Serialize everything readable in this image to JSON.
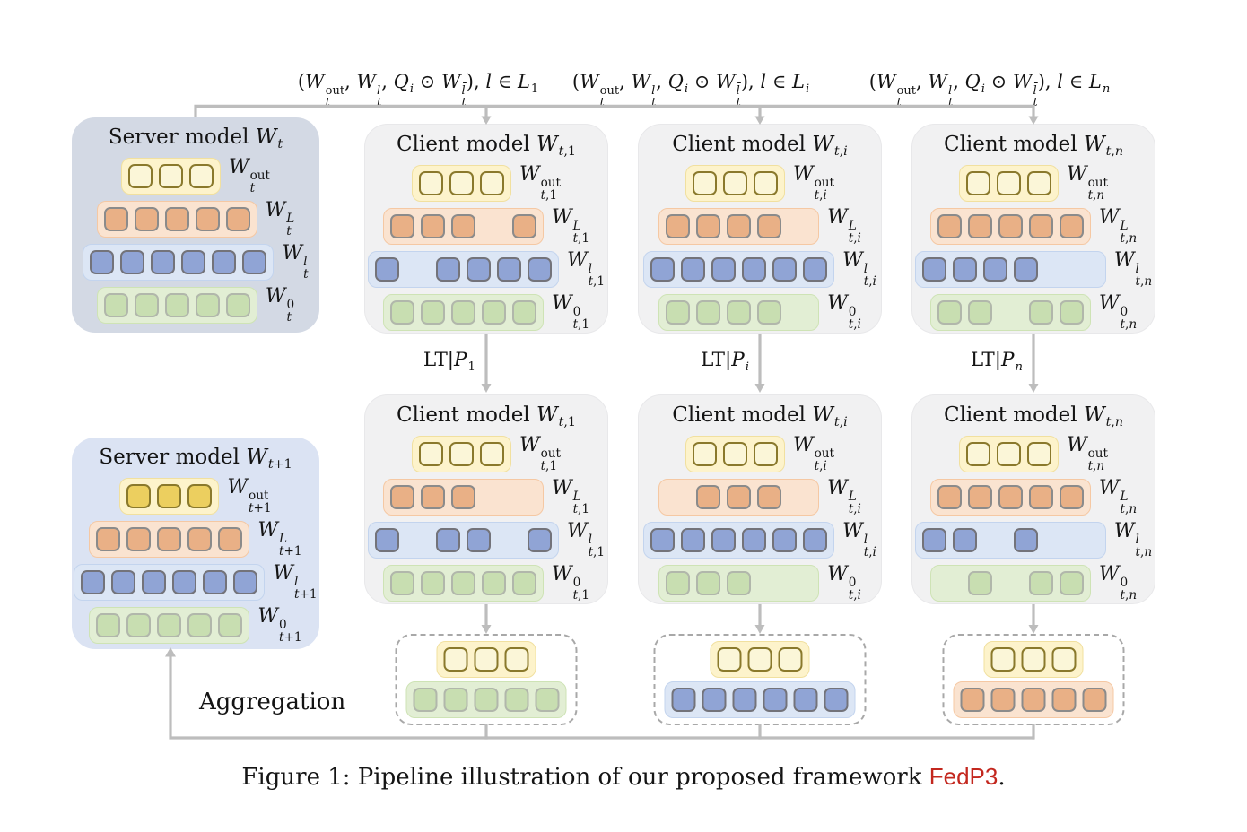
{
  "figure": {
    "caption_prefix": "Figure 1: Pipeline illustration of our proposed framework ",
    "caption_highlight": "FedP3",
    "caption_suffix": "."
  },
  "aggregation_label": "Aggregation",
  "formulas": [
    {
      "id": "broadcast-1",
      "math": "(W^{out}_{t}, W^{l}_{t}, Q_{i} ⊙ W^{l̄}_{t}), l ∈ L_{1}"
    },
    {
      "id": "broadcast-i",
      "math": "(W^{out}_{t}, W^{l}_{t}, Q_{i} ⊙ W^{l̄}_{t}), l ∈ L_{i}"
    },
    {
      "id": "broadcast-n",
      "math": "(W^{out}_{t}, W^{l}_{t}, Q_{i} ⊙ W^{l̄}_{t}), l ∈ L_{n}"
    }
  ],
  "lt_labels": [
    {
      "id": "lt-1",
      "math": "LT|P_{1}"
    },
    {
      "id": "lt-i",
      "math": "LT|P_{i}"
    },
    {
      "id": "lt-n",
      "math": "LT|P_{n}"
    }
  ],
  "palette": {
    "yellow": {
      "container_bg": "#fdf3cb",
      "container_bd": "#f1e09f",
      "square_bg": "#fbf6d8",
      "square_bd": "#8a792c"
    },
    "gold": {
      "square_bg": "#eccf5f",
      "square_bd": "#8a792c"
    },
    "orange": {
      "container_bg": "#fae3d0",
      "container_bd": "#f5c8a3",
      "square_bg": "#e9b086",
      "square_bd": "#8b8b8b"
    },
    "blue": {
      "container_bg": "#dce6f5",
      "container_bd": "#c3d4ee",
      "square_bg": "#90a4d5",
      "square_bd": "#73737a"
    },
    "green": {
      "container_bg": "#e2eed4",
      "container_bd": "#cee3b5",
      "square_bg": "#c8deb1",
      "square_bd": "#b1b7ab"
    },
    "server_t_bg": "#d3d9e4",
    "server_t1_bg": "#dbe3f3",
    "client_bg": "#f1f1f2",
    "client_bd": "#e8e8ea",
    "arrow": "#bdbdbd",
    "dash": "#a8a8a8",
    "caption_red": "#c3271e"
  },
  "models": [
    {
      "id": "server_t",
      "title": "Server model W_{t}",
      "rows": [
        {
          "color": "yellow",
          "slots": [
            1,
            1,
            1
          ],
          "label": "W^{out}_{t}"
        },
        {
          "color": "orange",
          "slots": [
            1,
            1,
            1,
            1,
            1
          ],
          "label": "W^{L}_{t}"
        },
        {
          "color": "blue",
          "slots": [
            1,
            1,
            1,
            1,
            1,
            1
          ],
          "label": "W^{l}_{t}"
        },
        {
          "color": "green",
          "slots": [
            1,
            1,
            1,
            1,
            1
          ],
          "label": "W^{0}_{t}"
        }
      ]
    },
    {
      "id": "client1_top",
      "title": "Client model W_{t,1}",
      "rows": [
        {
          "color": "yellow",
          "slots": [
            1,
            1,
            1
          ],
          "label": "W^{out}_{t,1}"
        },
        {
          "color": "orange",
          "slots": [
            1,
            1,
            1,
            0,
            1
          ],
          "label": "W^{L}_{t,1}"
        },
        {
          "color": "blue",
          "slots": [
            1,
            0,
            1,
            1,
            1,
            1
          ],
          "label": "W^{l}_{t,1}"
        },
        {
          "color": "green",
          "slots": [
            1,
            1,
            1,
            1,
            1
          ],
          "label": "W^{0}_{t,1}"
        }
      ]
    },
    {
      "id": "client_i_top",
      "title": "Client model W_{t,i}",
      "rows": [
        {
          "color": "yellow",
          "slots": [
            1,
            1,
            1
          ],
          "label": "W^{out}_{t,i}"
        },
        {
          "color": "orange",
          "slots": [
            1,
            1,
            1,
            1,
            0
          ],
          "label": "W^{L}_{t,i}"
        },
        {
          "color": "blue",
          "slots": [
            1,
            1,
            1,
            1,
            1,
            1
          ],
          "label": "W^{l}_{t,i}"
        },
        {
          "color": "green",
          "slots": [
            1,
            1,
            1,
            1,
            0
          ],
          "label": "W^{0}_{t,i}"
        }
      ]
    },
    {
      "id": "client_n_top",
      "title": "Client model W_{t,n}",
      "rows": [
        {
          "color": "yellow",
          "slots": [
            1,
            1,
            1
          ],
          "label": "W^{out}_{t,n}"
        },
        {
          "color": "orange",
          "slots": [
            1,
            1,
            1,
            1,
            1
          ],
          "label": "W^{L}_{t,n}"
        },
        {
          "color": "blue",
          "slots": [
            1,
            1,
            1,
            1,
            0,
            0
          ],
          "label": "W^{l}_{t,n}"
        },
        {
          "color": "green",
          "slots": [
            1,
            1,
            0,
            1,
            1
          ],
          "label": "W^{0}_{t,n}"
        }
      ]
    },
    {
      "id": "client1_bot",
      "title": "Client model W_{t,1}",
      "rows": [
        {
          "color": "yellow",
          "slots": [
            1,
            1,
            1
          ],
          "label": "W^{out}_{t,1}"
        },
        {
          "color": "orange",
          "slots": [
            1,
            1,
            1,
            0,
            0
          ],
          "label": "W^{L}_{t,1}"
        },
        {
          "color": "blue",
          "slots": [
            1,
            0,
            1,
            1,
            0,
            1
          ],
          "label": "W^{l}_{t,1}"
        },
        {
          "color": "green",
          "slots": [
            1,
            1,
            1,
            1,
            1
          ],
          "label": "W^{0}_{t,1}"
        }
      ]
    },
    {
      "id": "client_i_bot",
      "title": "Client model W_{t,i}",
      "rows": [
        {
          "color": "yellow",
          "slots": [
            1,
            1,
            1
          ],
          "label": "W^{out}_{t,i}"
        },
        {
          "color": "orange",
          "slots": [
            0,
            1,
            1,
            1,
            0
          ],
          "label": "W^{L}_{t,i}"
        },
        {
          "color": "blue",
          "slots": [
            1,
            1,
            1,
            1,
            1,
            1
          ],
          "label": "W^{l}_{t,i}"
        },
        {
          "color": "green",
          "slots": [
            1,
            1,
            1,
            0,
            0
          ],
          "label": "W^{0}_{t,i}"
        }
      ]
    },
    {
      "id": "client_n_bot",
      "title": "Client model W_{t,n}",
      "rows": [
        {
          "color": "yellow",
          "slots": [
            1,
            1,
            1
          ],
          "label": "W^{out}_{t,n}"
        },
        {
          "color": "orange",
          "slots": [
            1,
            1,
            1,
            1,
            1
          ],
          "label": "W^{L}_{t,n}"
        },
        {
          "color": "blue",
          "slots": [
            1,
            1,
            0,
            1,
            0,
            0
          ],
          "label": "W^{l}_{t,n}"
        },
        {
          "color": "green",
          "slots": [
            0,
            1,
            0,
            1,
            1
          ],
          "label": "W^{0}_{t,n}"
        }
      ]
    },
    {
      "id": "server_t1",
      "title": "Server model W_{t+1}",
      "rows": [
        {
          "color": "gold",
          "slots": [
            1,
            1,
            1
          ],
          "label": "W^{out}_{t+1}"
        },
        {
          "color": "orange",
          "slots": [
            1,
            1,
            1,
            1,
            1
          ],
          "label": "W^{L}_{t+1}"
        },
        {
          "color": "blue",
          "slots": [
            1,
            1,
            1,
            1,
            1,
            1
          ],
          "label": "W^{l}_{t+1}"
        },
        {
          "color": "green",
          "slots": [
            1,
            1,
            1,
            1,
            1
          ],
          "label": "W^{0}_{t+1}"
        }
      ]
    }
  ],
  "agg_boxes": [
    {
      "id": "agg1",
      "rows": [
        {
          "color": "yellow",
          "slots": [
            1,
            1,
            1
          ]
        },
        {
          "color": "green",
          "slots": [
            1,
            1,
            1,
            1,
            1
          ]
        }
      ]
    },
    {
      "id": "agg2",
      "rows": [
        {
          "color": "yellow",
          "slots": [
            1,
            1,
            1
          ]
        },
        {
          "color": "blue",
          "slots": [
            1,
            1,
            1,
            1,
            1,
            1
          ]
        }
      ]
    },
    {
      "id": "agg3",
      "rows": [
        {
          "color": "yellow",
          "slots": [
            1,
            1,
            1
          ]
        },
        {
          "color": "orange",
          "slots": [
            1,
            1,
            1,
            1,
            1
          ]
        }
      ]
    }
  ]
}
